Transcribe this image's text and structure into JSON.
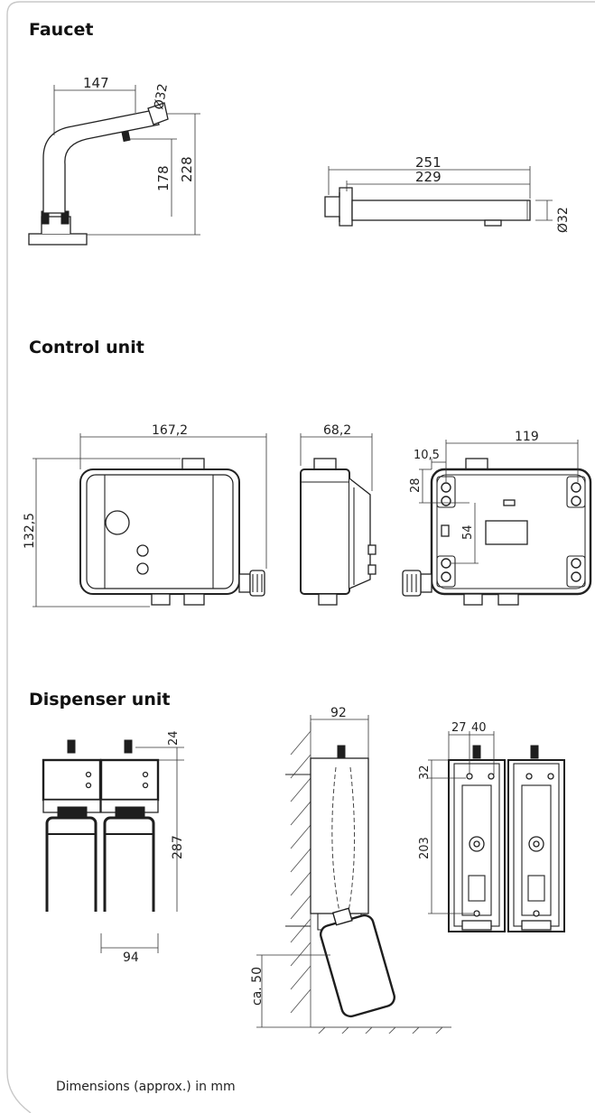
{
  "sections": {
    "faucet": "Faucet",
    "control": "Control unit",
    "dispenser": "Dispenser unit"
  },
  "footer": "Dimensions (approx.) in mm",
  "dims": {
    "faucet_side_reach": "147",
    "faucet_side_dia": "Ø32",
    "faucet_side_h1": "178",
    "faucet_side_h2": "228",
    "faucet_top_len1": "251",
    "faucet_top_len2": "229",
    "faucet_top_dia": "Ø32",
    "control_front_w": "167,2",
    "control_front_h": "132,5",
    "control_side_w": "68,2",
    "control_back_w": "119",
    "control_back_off": "10,5",
    "control_back_top": "28",
    "control_back_mid": "54",
    "disp_front_h": "287",
    "disp_front_top": "24",
    "disp_front_w": "94",
    "disp_side_depth": "92",
    "disp_side_floor": "ca. 50",
    "disp_back_a": "27",
    "disp_back_b": "40",
    "disp_back_top": "32",
    "disp_back_h": "203"
  }
}
